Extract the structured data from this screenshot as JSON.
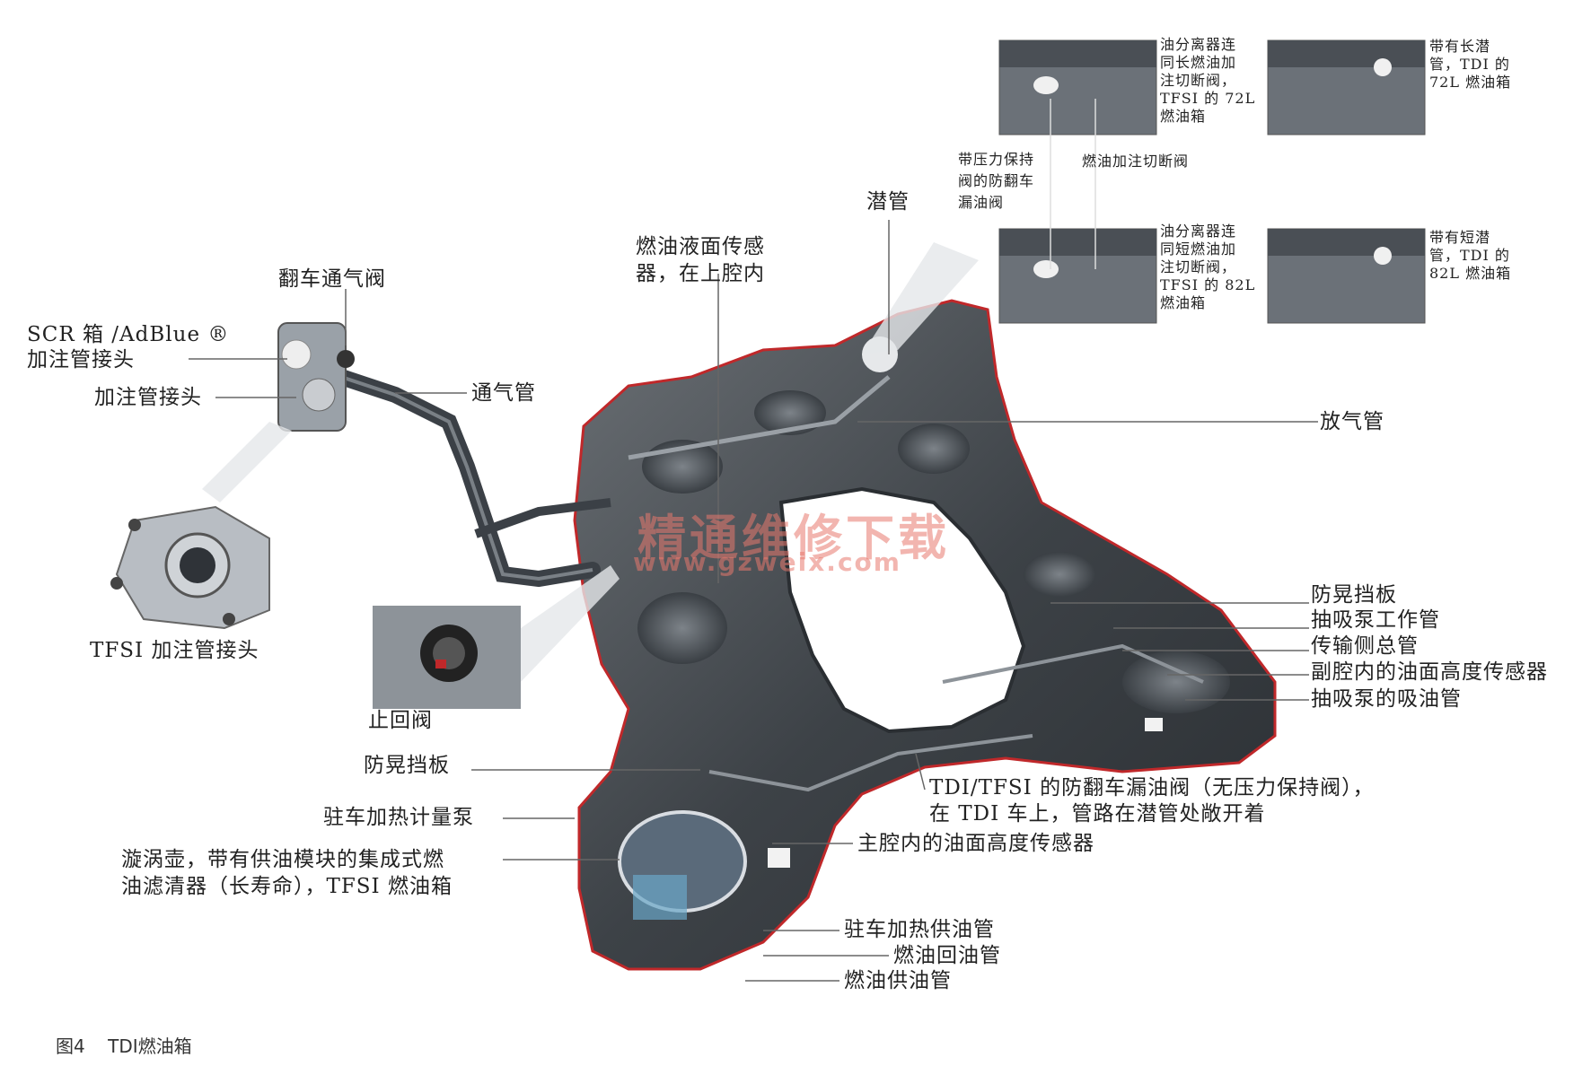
{
  "figure": {
    "caption_num": "图4",
    "caption_title": "TDI燃油箱"
  },
  "watermark": {
    "cn": "精通维修下载",
    "url": "www.gzweix.com"
  },
  "labels": {
    "fanche_tongqi": "翻车通气阀",
    "scr_line1": "SCR 箱 /AdBlue ®",
    "scr_line2": "加注管接头",
    "jiazhu": "加注管接头",
    "tongqiguan": "通气管",
    "tfsi_jiazhu": "TFSI 加注管接头",
    "zhihui": "止回阀",
    "yemian_1": "燃油液面传感",
    "yemian_2": "器，在上腔内",
    "qianguan": "潜管",
    "fangqiguan": "放气管",
    "fanghuang_r": "防晃挡板",
    "chouxi_gongzuo": "抽吸泵工作管",
    "chuanshu": "传输侧总管",
    "fuqiang": "副腔内的油面高度传感器",
    "chouxi_xiyou": "抽吸泵的吸油管",
    "fanghuang_l": "防晃挡板",
    "tdi_1": "TDI/TFSI 的防翻车漏油阀（无压力保持阀），",
    "tdi_2": "在 TDI 车上，管路在潜管处敞开着",
    "zhuche_jiliang": "驻车加热计量泵",
    "xuanwo_1": "漩涡壶，带有供油模块的集成式燃",
    "xuanwo_2": "油滤清器（长寿命），TFSI 燃油箱",
    "zhuqiang": "主腔内的油面高度传感器",
    "zhuche_gongyou": "驻车加热供油管",
    "huiyou": "燃油回油管",
    "gongyou": "燃油供油管",
    "inset_tl": [
      "油分离器连",
      "同长燃油加",
      "注切断阀，",
      "TFSI 的 72L",
      "燃油箱"
    ],
    "inset_tr": [
      "带有长潜",
      "管，TDI 的",
      "72L 燃油箱"
    ],
    "inset_bl": [
      "油分离器连",
      "同短燃油加",
      "注切断阀，",
      "TFSI 的 82L",
      "燃油箱"
    ],
    "inset_br": [
      "带有短潜",
      "管，TDI 的",
      "82L 燃油箱"
    ],
    "yali_1": "带压力保持",
    "yali_2": "阀的防翻车",
    "yali_3": "漏油阀",
    "jiazhu_qieduan": "燃油加注切断阀"
  }
}
